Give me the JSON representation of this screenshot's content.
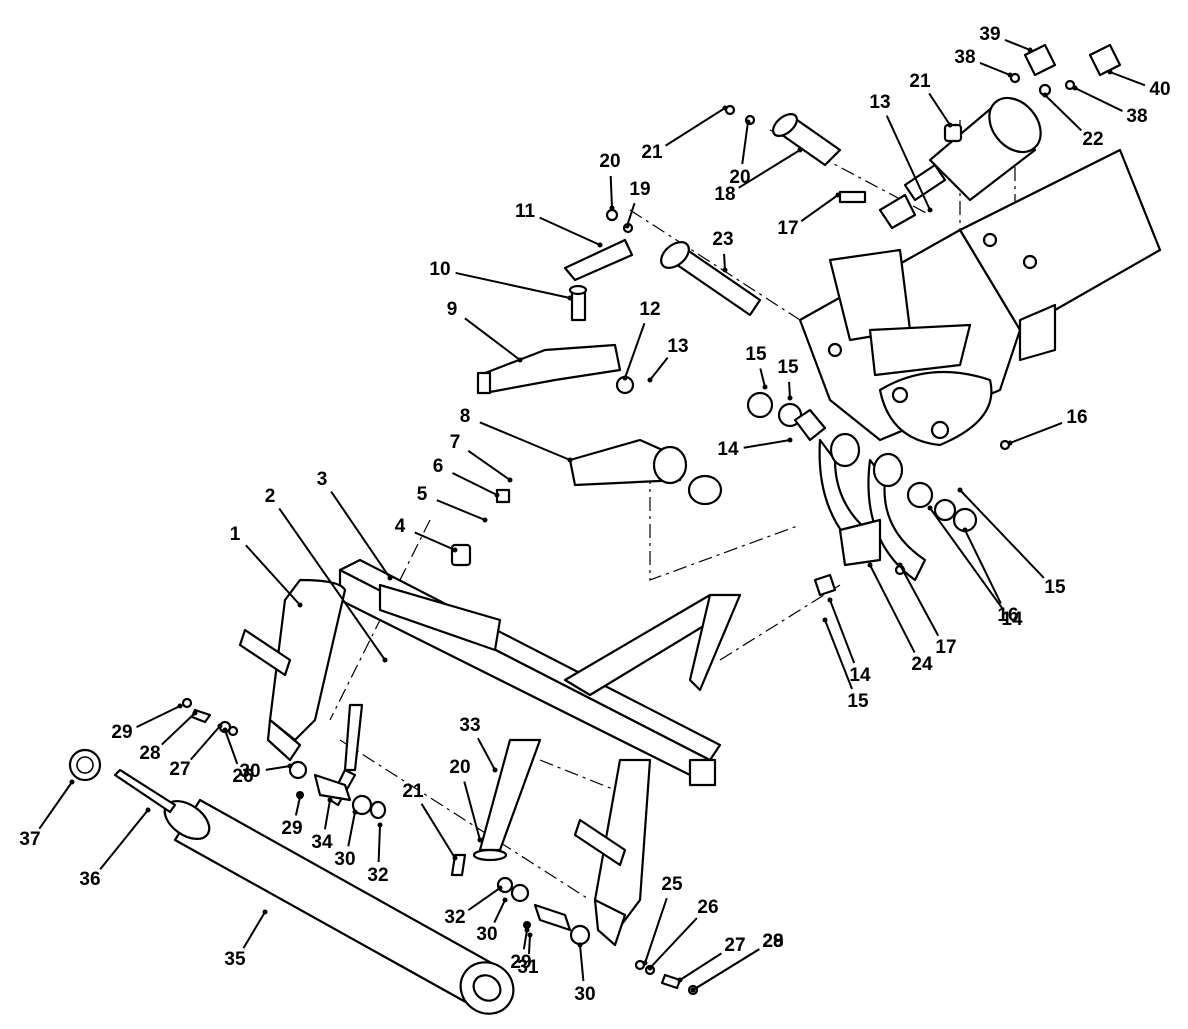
{
  "diagram": {
    "callouts": [
      "1",
      "2",
      "3",
      "4",
      "5",
      "6",
      "7",
      "8",
      "9",
      "10",
      "11",
      "12",
      "13",
      "13",
      "14",
      "14",
      "14",
      "15",
      "15",
      "15",
      "15",
      "16",
      "16",
      "17",
      "17",
      "18",
      "19",
      "20",
      "20",
      "20",
      "21",
      "21",
      "21",
      "22",
      "23",
      "24",
      "25",
      "26",
      "26",
      "27",
      "27",
      "28",
      "28",
      "29",
      "29",
      "29",
      "29",
      "30",
      "30",
      "30",
      "30",
      "31",
      "32",
      "32",
      "33",
      "34",
      "35",
      "36",
      "37",
      "38",
      "38",
      "39",
      "40"
    ]
  }
}
